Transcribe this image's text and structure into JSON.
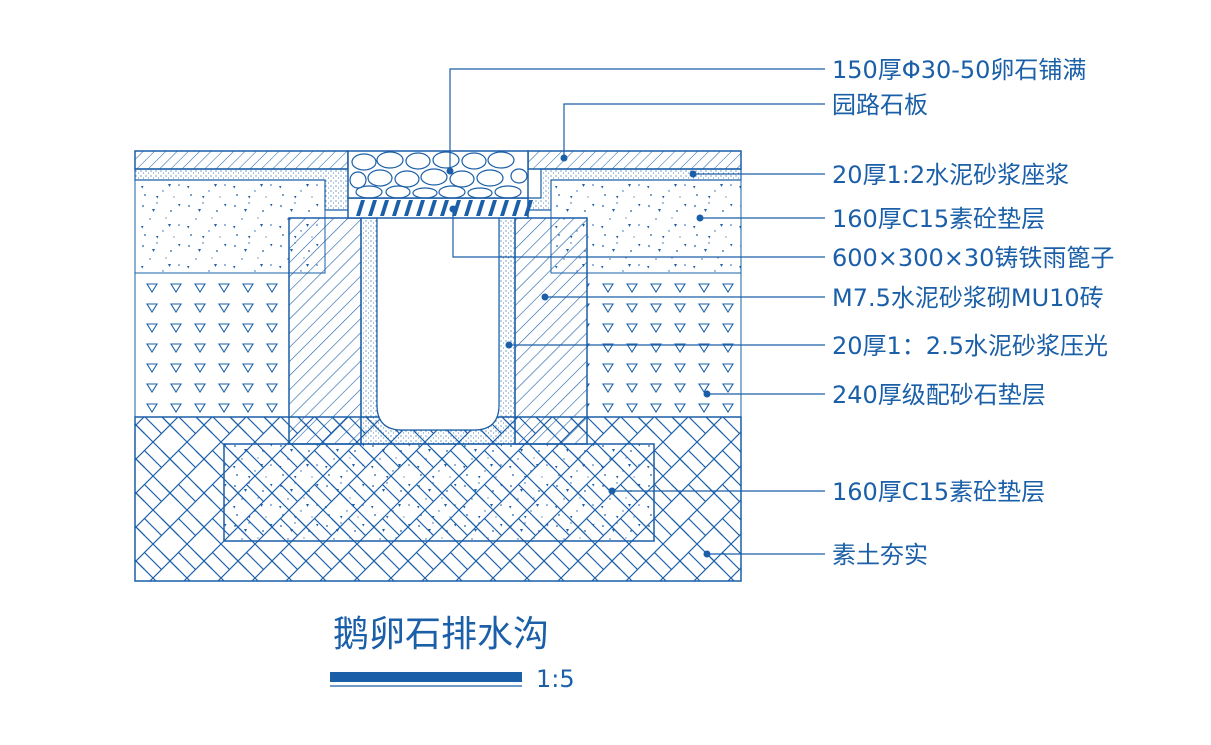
{
  "drawing": {
    "title": "鹅卵石排水沟",
    "scale": "1:5",
    "line_color": "#1a5fa8",
    "labels": [
      {
        "id": "pebble-fill",
        "text": "150厚Φ30-50卵石铺满"
      },
      {
        "id": "garden-slab",
        "text": "园路石板"
      },
      {
        "id": "mortar-bed",
        "text": "20厚1:2水泥砂浆座浆"
      },
      {
        "id": "concrete-upper",
        "text": "160厚C15素砼垫层"
      },
      {
        "id": "cast-iron-grate",
        "text": "600×300×30铸铁雨篦子"
      },
      {
        "id": "brick-wall",
        "text": "M7.5水泥砂浆砌MU10砖"
      },
      {
        "id": "plaster-lining",
        "text": "20厚1：2.5水泥砂浆压光"
      },
      {
        "id": "gravel-base",
        "text": "240厚级配砂石垫层"
      },
      {
        "id": "concrete-lower",
        "text": "160厚C15素砼垫层"
      },
      {
        "id": "compacted-soil",
        "text": "素土夯实"
      }
    ]
  }
}
